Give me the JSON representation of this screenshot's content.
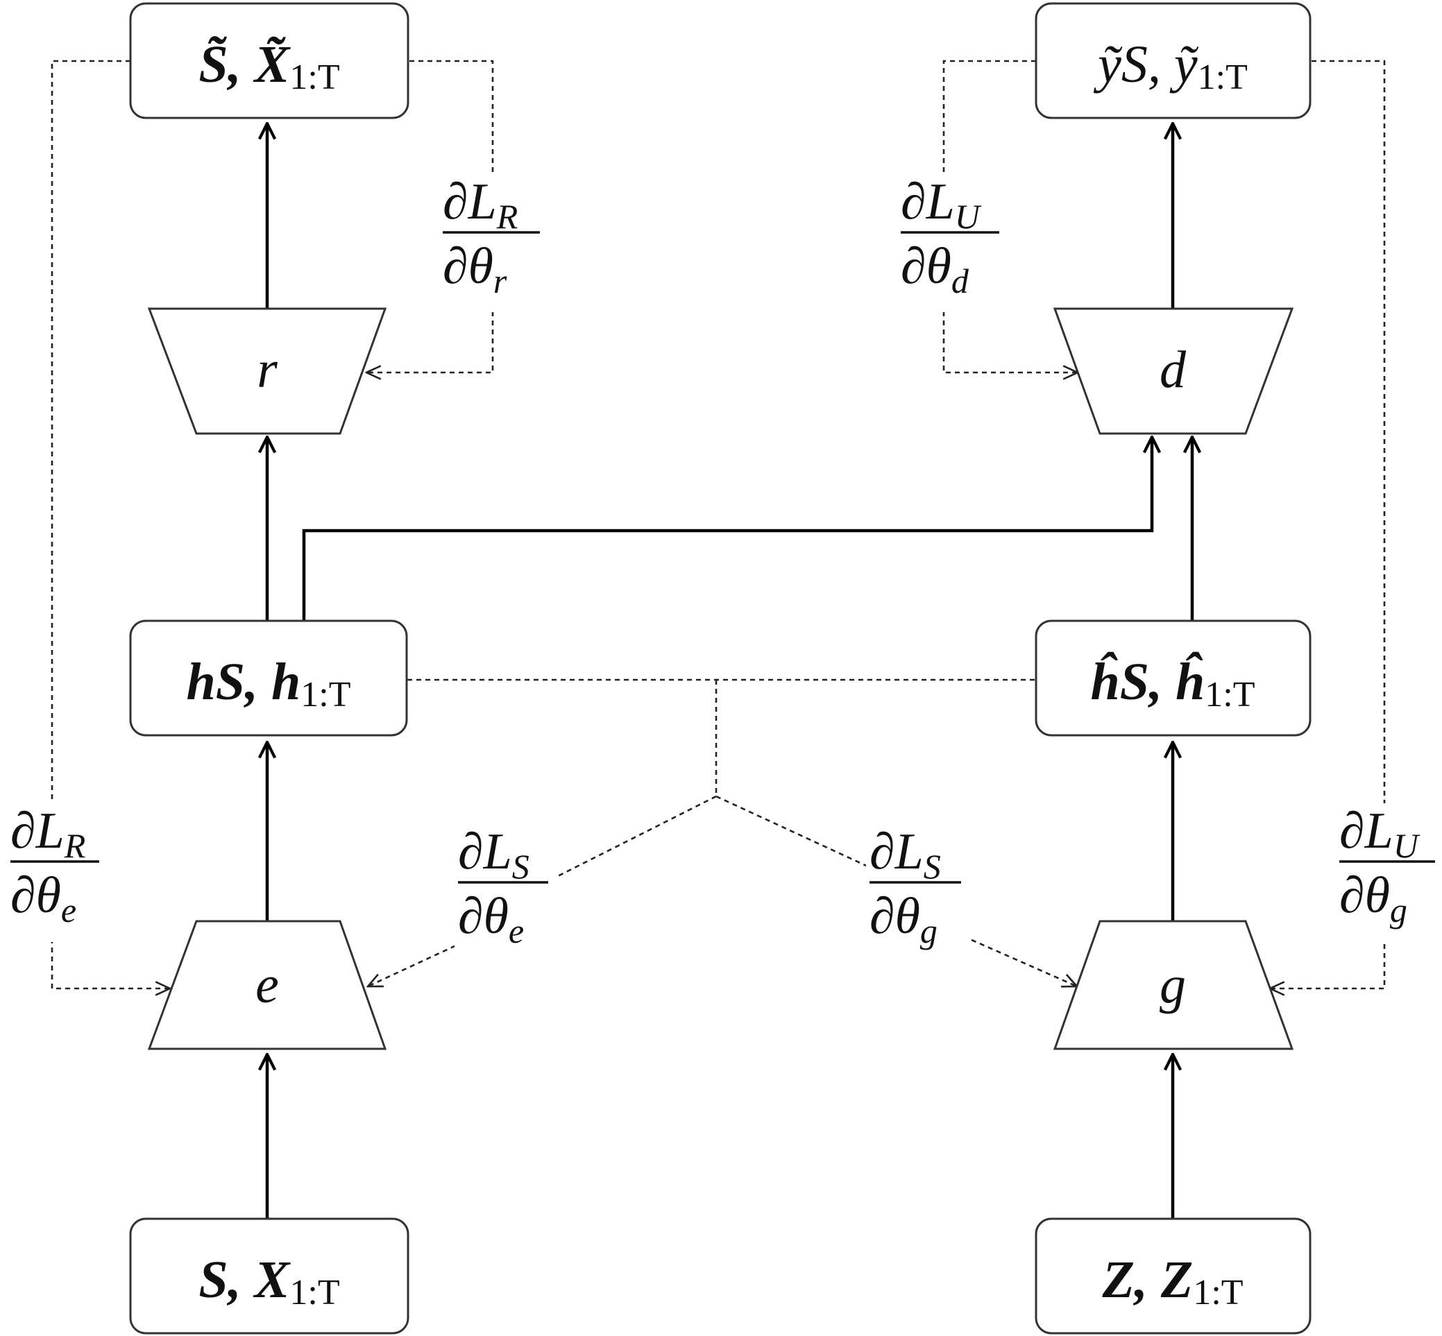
{
  "nodes": {
    "input_real": {
      "main": "S, X",
      "sub": "1:T"
    },
    "input_noise": {
      "main": "Z, Z",
      "sub": "1:T"
    },
    "latent_real": {
      "main": "hS, h",
      "sub": "1:T"
    },
    "latent_synth": {
      "main": "ĥS, ĥ",
      "sub": "1:T"
    },
    "recon_out": {
      "main": "S̃, X̃",
      "sub": "1:T"
    },
    "disc_out": {
      "main": "ỹS, ỹ",
      "sub": "1:T"
    }
  },
  "networks": {
    "embedder": "e",
    "recovery": "r",
    "generator": "g",
    "discriminator": "d"
  },
  "gradients": {
    "recon_recovery": {
      "num": "∂L",
      "num_sub": "R",
      "den": "∂θ",
      "den_sub": "r"
    },
    "recon_embedder": {
      "num": "∂L",
      "num_sub": "R",
      "den": "∂θ",
      "den_sub": "e"
    },
    "unsup_disc": {
      "num": "∂L",
      "num_sub": "U",
      "den": "∂θ",
      "den_sub": "d"
    },
    "unsup_generator": {
      "num": "∂L",
      "num_sub": "U",
      "den": "∂θ",
      "den_sub": "g"
    },
    "sup_embedder": {
      "num": "∂L",
      "num_sub": "S",
      "den": "∂θ",
      "den_sub": "e"
    },
    "sup_generator": {
      "num": "∂L",
      "num_sub": "S",
      "den": "∂θ",
      "den_sub": "g"
    }
  },
  "colors": {
    "line": "#000000",
    "box_stroke": "#333333",
    "background": "#ffffff"
  }
}
